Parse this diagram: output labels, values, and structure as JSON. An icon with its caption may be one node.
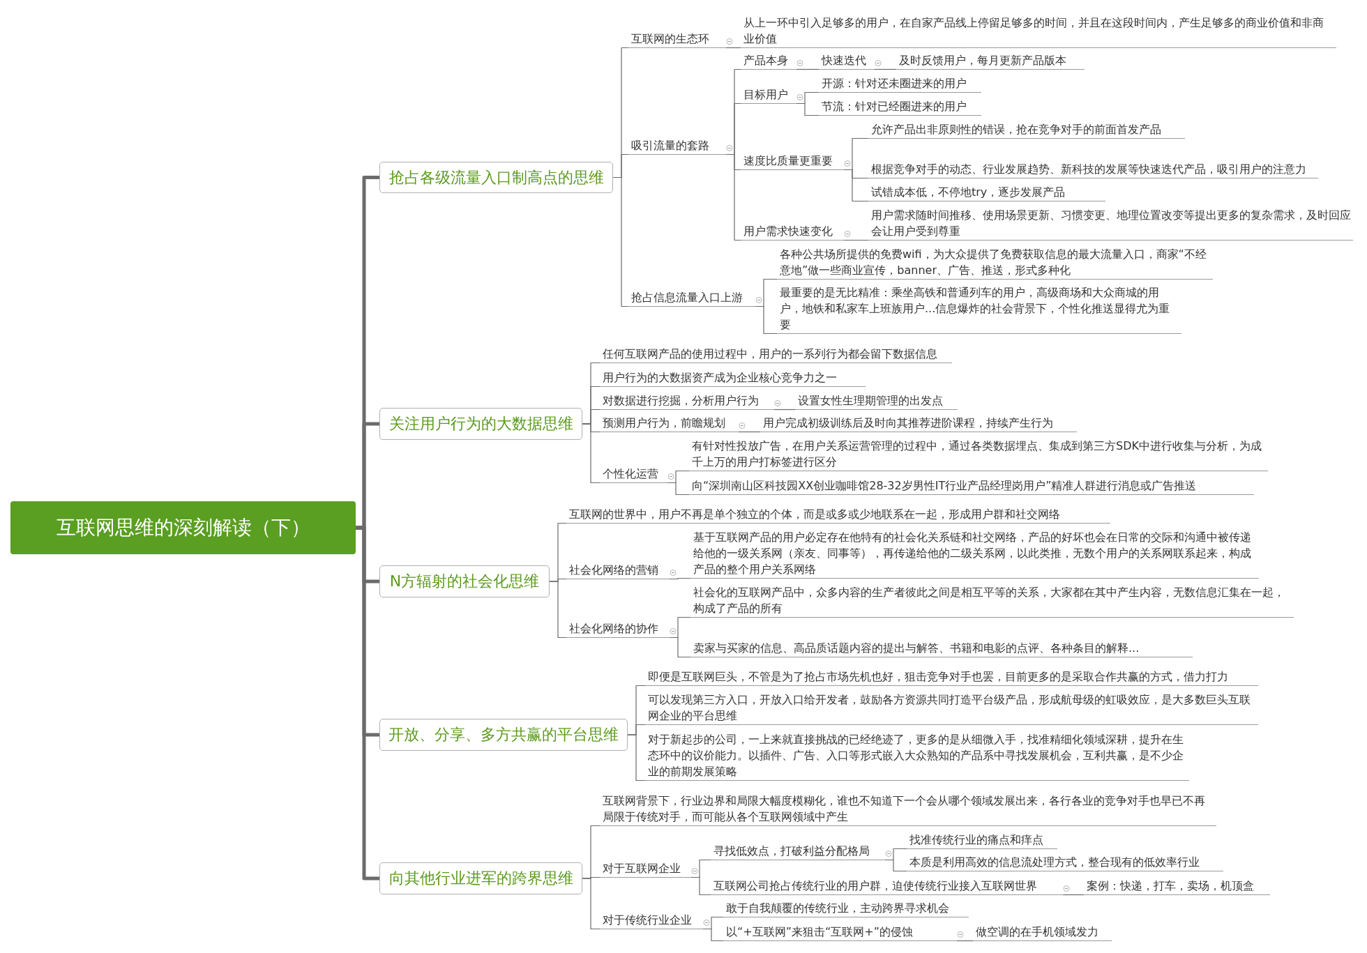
{
  "diagram": {
    "nodes": [
      {
        "text": [
          "互联网思维的深刻解读（下）"
        ]
      },
      {
        "text": [
          "抢占各级流量入口制高点的思维"
        ]
      },
      {
        "text": [
          "互联网的生态环"
        ]
      },
      {
        "text": [
          "从上一环中引入足够多的用户，在自家产品线上停留足够多的时间，并且在这段时间内，产生足够多的商业价值和非商业价值"
        ]
      },
      {
        "text": [
          "吸引流量的套路"
        ]
      },
      {
        "text": [
          "产品本身"
        ]
      },
      {
        "text": [
          "快速迭代"
        ]
      },
      {
        "text": [
          "及时反馈用户，每月更新产品版本"
        ]
      },
      {
        "text": [
          "目标用户"
        ]
      },
      {
        "text": [
          "开源：针对还未圈进来的用户"
        ]
      },
      {
        "text": [
          "节流：针对已经圈进来的用户"
        ]
      },
      {
        "text": [
          "速度比质量更重要"
        ]
      },
      {
        "text": [
          "允许产品出非原则性的错误，抢在竞争对手的前面首发产品"
        ]
      },
      {
        "text": [
          "根据竞争对手的动态、行业发展趋势、新科技的发展等快速迭代产品，吸引用户的注意力"
        ]
      },
      {
        "text": [
          "试错成本低，不停地try，逐步发展产品"
        ]
      },
      {
        "text": [
          "用户需求快速变化"
        ]
      },
      {
        "text": [
          "用户需求随时间推移、使用场景更新、习惯变更、地理位置改变等提出更多的复杂需求，及时回应会让用户受到尊重"
        ]
      },
      {
        "text": [
          "抢占信息流量入口上游"
        ]
      },
      {
        "text": [
          "各种公共场所提供的免费wifi，为大众提供了免费获取信息的最大流量入口，商家“不经意地”做一些商业宣传，banner、广告、推送，形式多种化"
        ]
      },
      {
        "text": [
          "最重要的是无比精准：乘坐高铁和普通列车的用户，高级商场和大众商城的用户，地铁和私家车上班族用户...信息爆炸的社会背景下，个性化推送显得尤为重要"
        ]
      },
      {
        "text": [
          "关注用户行为的大数据思维"
        ]
      },
      {
        "text": [
          "任何互联网产品的使用过程中，用户的一系列行为都会留下数据信息"
        ]
      },
      {
        "text": [
          "用户行为的大数据资产成为企业核心竞争力之一"
        ]
      },
      {
        "text": [
          "对数据进行挖掘，分析用户行为"
        ]
      },
      {
        "text": [
          "设置女性生理期管理的出发点"
        ]
      },
      {
        "text": [
          "预测用户行为，前瞻规划"
        ]
      },
      {
        "text": [
          "用户完成初级训练后及时向其推荐进阶课程，持续产生行为"
        ]
      },
      {
        "text": [
          "个性化运营"
        ]
      },
      {
        "text": [
          "有针对性投放广告，在用户关系运营管理的过程中，通过各类数据埋点、集成到第三方SDK中进行收集与分析，为成千上万的用户打标签进行区分"
        ]
      },
      {
        "text": [
          "向“深圳南山区科技园XX创业咖啡馆28-32岁男性IT行业产品经理岗用户”精准人群进行消息或广告推送"
        ]
      },
      {
        "text": [
          "N方辐射的社会化思维"
        ]
      },
      {
        "text": [
          "互联网的世界中，用户不再是单个独立的个体，而是或多或少地联系在一起，形成用户群和社交网络"
        ]
      },
      {
        "text": [
          "社会化网络的营销"
        ]
      },
      {
        "text": [
          "基于互联网产品的用户必定存在他特有的社会化关系链和社交网络，产品的好坏也会在日常的交际和沟通中被传递给他的一级关系网（亲友、同事等），再传递给他的二级关系网，以此类推，无数个用户的关系网联系起来，构成产品的整个用户关系网络"
        ]
      },
      {
        "text": [
          "社会化网络的协作"
        ]
      },
      {
        "text": [
          "社会化的互联网产品中，众多内容的生产者彼此之间是相互平等的关系，大家都在其中产生内容，无数信息汇集在一起，构成了产品的所有"
        ]
      },
      {
        "text": [
          "卖家与买家的信息、高品质话题内容的提出与解答、书籍和电影的点评、各种条目的解释..."
        ]
      },
      {
        "text": [
          "开放、分享、多方共赢的平台思维"
        ]
      },
      {
        "text": [
          "即便是互联网巨头，不管是为了抢占市场先机也好，狙击竞争对手也罢，目前更多的是采取合作共赢的方式，借力打力"
        ]
      },
      {
        "text": [
          "可以发现第三方入口，开放入口给开发者，鼓励各方资源共同打造平台级产品，形成航母级的虹吸效应，是大多数巨头互联网企业的平台思维"
        ]
      },
      {
        "text": [
          "对于新起步的公司，一上来就直接挑战的已经绝迹了，更多的是从细微入手，找准精细化领域深耕，提升在生态环中的议价能力。以插件、广告、入口等形式嵌入大众熟知的产品系中寻找发展机会，互利共赢，是不少企业的前期发展策略"
        ]
      },
      {
        "text": [
          "向其他行业进军的跨界思维"
        ]
      },
      {
        "text": [
          "互联网背景下，行业边界和局限大幅度模糊化，谁也不知道下一个会从哪个领域发展出来，各行各业的竞争对手也早已不再局限于传统对手，而可能从各个互联网领域中产生"
        ]
      },
      {
        "text": [
          "对于互联网企业"
        ]
      },
      {
        "text": [
          "寻找低效点，打破利益分配格局"
        ]
      },
      {
        "text": [
          "找准传统行业的痛点和痒点"
        ]
      },
      {
        "text": [
          "本质是利用高效的信息流处理方式，整合现有的低效率行业"
        ]
      },
      {
        "text": [
          "互联网公司抢占传统行业的用户群，迫使传统行业接入互联网世界"
        ]
      },
      {
        "text": [
          "案例：快递，打车，卖场，机顶盒"
        ]
      },
      {
        "text": [
          "对于传统行业企业"
        ]
      },
      {
        "text": [
          "敢于自我颠覆的传统行业，主动跨界寻求机会"
        ]
      },
      {
        "text": [
          "以“+互联网”来狙击“互联网+”的侵蚀"
        ]
      },
      {
        "text": [
          "做空调的在手机领域发力"
        ]
      }
    ],
    "edges": [
      {
        "from": 0,
        "to": 1,
        "arrow": "none",
        "style": "thick"
      },
      {
        "from": 1,
        "to": 2,
        "arrow": "none"
      },
      {
        "from": 2,
        "to": 3,
        "arrow": "none"
      },
      {
        "from": 1,
        "to": 4,
        "arrow": "none"
      },
      {
        "from": 4,
        "to": 5,
        "arrow": "none"
      },
      {
        "from": 5,
        "to": 6,
        "arrow": "none"
      },
      {
        "from": 6,
        "to": 7,
        "arrow": "none"
      },
      {
        "from": 4,
        "to": 8,
        "arrow": "none"
      },
      {
        "from": 8,
        "to": 9,
        "arrow": "none"
      },
      {
        "from": 8,
        "to": 10,
        "arrow": "none"
      },
      {
        "from": 4,
        "to": 11,
        "arrow": "none"
      },
      {
        "from": 11,
        "to": 12,
        "arrow": "none"
      },
      {
        "from": 11,
        "to": 13,
        "arrow": "none"
      },
      {
        "from": 11,
        "to": 14,
        "arrow": "none"
      },
      {
        "from": 4,
        "to": 15,
        "arrow": "none"
      },
      {
        "from": 15,
        "to": 16,
        "arrow": "none"
      },
      {
        "from": 1,
        "to": 17,
        "arrow": "none"
      },
      {
        "from": 17,
        "to": 18,
        "arrow": "none"
      },
      {
        "from": 17,
        "to": 19,
        "arrow": "none"
      },
      {
        "from": 0,
        "to": 20,
        "arrow": "none",
        "style": "thick"
      },
      {
        "from": 20,
        "to": 21,
        "arrow": "none"
      },
      {
        "from": 20,
        "to": 22,
        "arrow": "none"
      },
      {
        "from": 20,
        "to": 23,
        "arrow": "none"
      },
      {
        "from": 23,
        "to": 24,
        "arrow": "none"
      },
      {
        "from": 20,
        "to": 25,
        "arrow": "none"
      },
      {
        "from": 25,
        "to": 26,
        "arrow": "none"
      },
      {
        "from": 20,
        "to": 27,
        "arrow": "none"
      },
      {
        "from": 27,
        "to": 28,
        "arrow": "none"
      },
      {
        "from": 27,
        "to": 29,
        "arrow": "none"
      },
      {
        "from": 0,
        "to": 30,
        "arrow": "none",
        "style": "thick"
      },
      {
        "from": 30,
        "to": 31,
        "arrow": "none"
      },
      {
        "from": 30,
        "to": 32,
        "arrow": "none"
      },
      {
        "from": 32,
        "to": 33,
        "arrow": "none"
      },
      {
        "from": 30,
        "to": 34,
        "arrow": "none"
      },
      {
        "from": 34,
        "to": 35,
        "arrow": "none"
      },
      {
        "from": 34,
        "to": 36,
        "arrow": "none"
      },
      {
        "from": 0,
        "to": 37,
        "arrow": "none",
        "style": "thick"
      },
      {
        "from": 37,
        "to": 38,
        "arrow": "none"
      },
      {
        "from": 37,
        "to": 39,
        "arrow": "none"
      },
      {
        "from": 37,
        "to": 40,
        "arrow": "none"
      },
      {
        "from": 0,
        "to": 41,
        "arrow": "none",
        "style": "thick"
      },
      {
        "from": 41,
        "to": 42,
        "arrow": "none"
      },
      {
        "from": 41,
        "to": 43,
        "arrow": "none"
      },
      {
        "from": 43,
        "to": 44,
        "arrow": "none"
      },
      {
        "from": 44,
        "to": 45,
        "arrow": "none"
      },
      {
        "from": 44,
        "to": 46,
        "arrow": "none"
      },
      {
        "from": 43,
        "to": 47,
        "arrow": "none"
      },
      {
        "from": 47,
        "to": 48,
        "arrow": "none"
      },
      {
        "from": 41,
        "to": 49,
        "arrow": "none"
      },
      {
        "from": 49,
        "to": 50,
        "arrow": "none"
      },
      {
        "from": 49,
        "to": 51,
        "arrow": "none"
      },
      {
        "from": 51,
        "to": 52,
        "arrow": "none"
      }
    ]
  }
}
